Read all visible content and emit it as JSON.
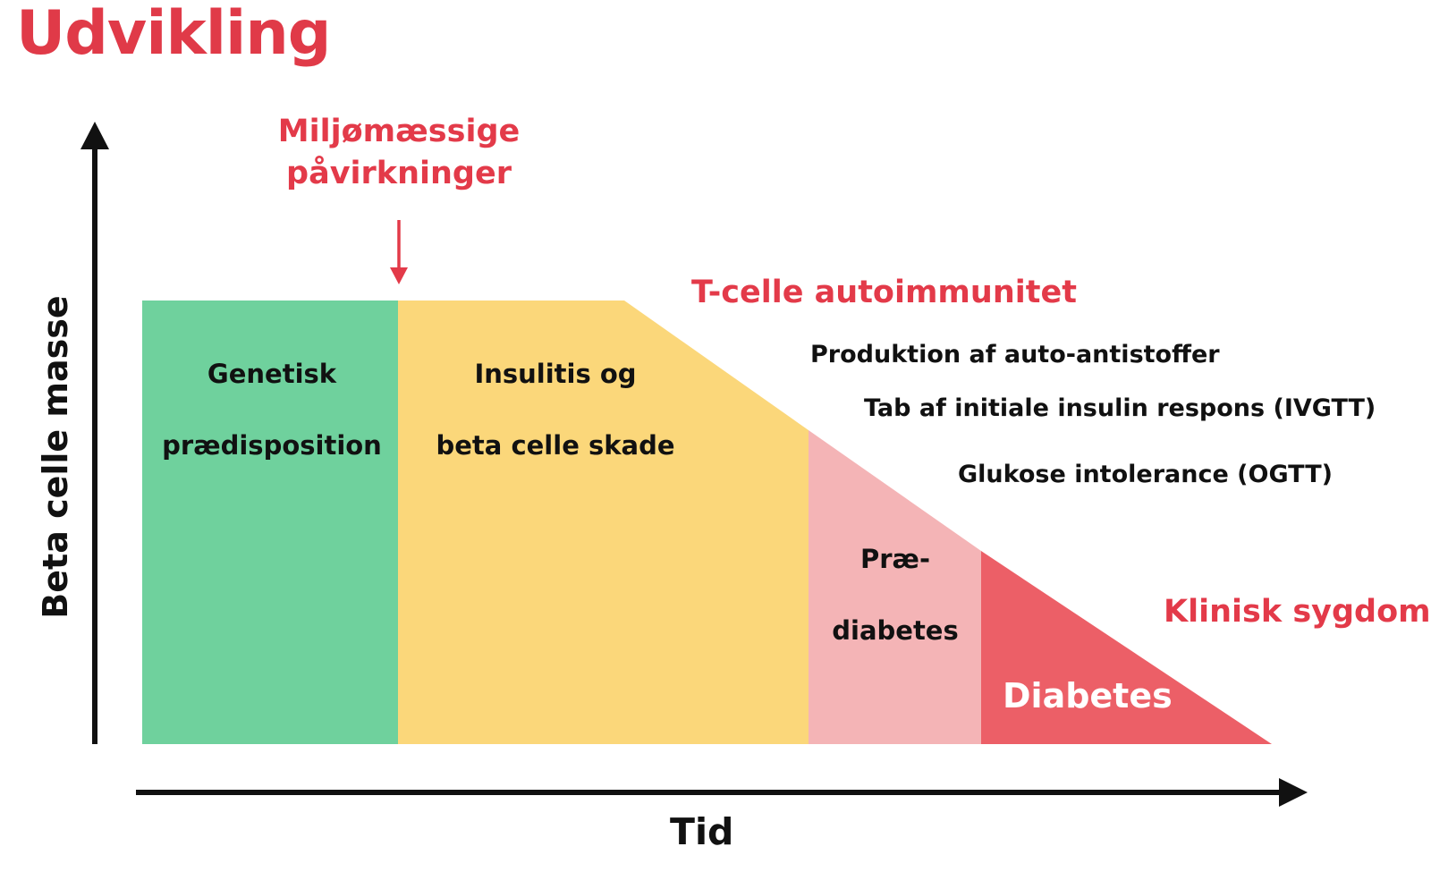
{
  "title": "Udvikling",
  "axes": {
    "x_label": "Tid",
    "y_label": "Beta celle masse"
  },
  "environment_label": "Miljømæssige påvirkninger",
  "environment_lines": [
    "Miljømæssige",
    "påvirkninger"
  ],
  "stages": [
    {
      "lines": [
        "Genetisk",
        "prædisposition"
      ],
      "color": "#6fd19d"
    },
    {
      "lines": [
        "Insulitis og",
        "beta celle skade"
      ],
      "color": "#fbd77a"
    },
    {
      "lines": [
        "Præ-",
        "diabetes"
      ],
      "color": "#f4b4b6"
    },
    {
      "lines": [
        "Diabetes"
      ],
      "color": "#ec5f67"
    }
  ],
  "annotations": {
    "t_cell": "T-celle autoimmunitet",
    "autoantibodies": "Produktion af auto-antistoffer",
    "insulin_response": "Tab af initiale insulin respons (IVGTT)",
    "glucose_intolerance": "Glukose intolerance (OGTT)",
    "clinical": "Klinisk sygdom"
  },
  "colors": {
    "title": "#e03a48",
    "accent_red": "#e33a49",
    "axis": "#111111"
  }
}
